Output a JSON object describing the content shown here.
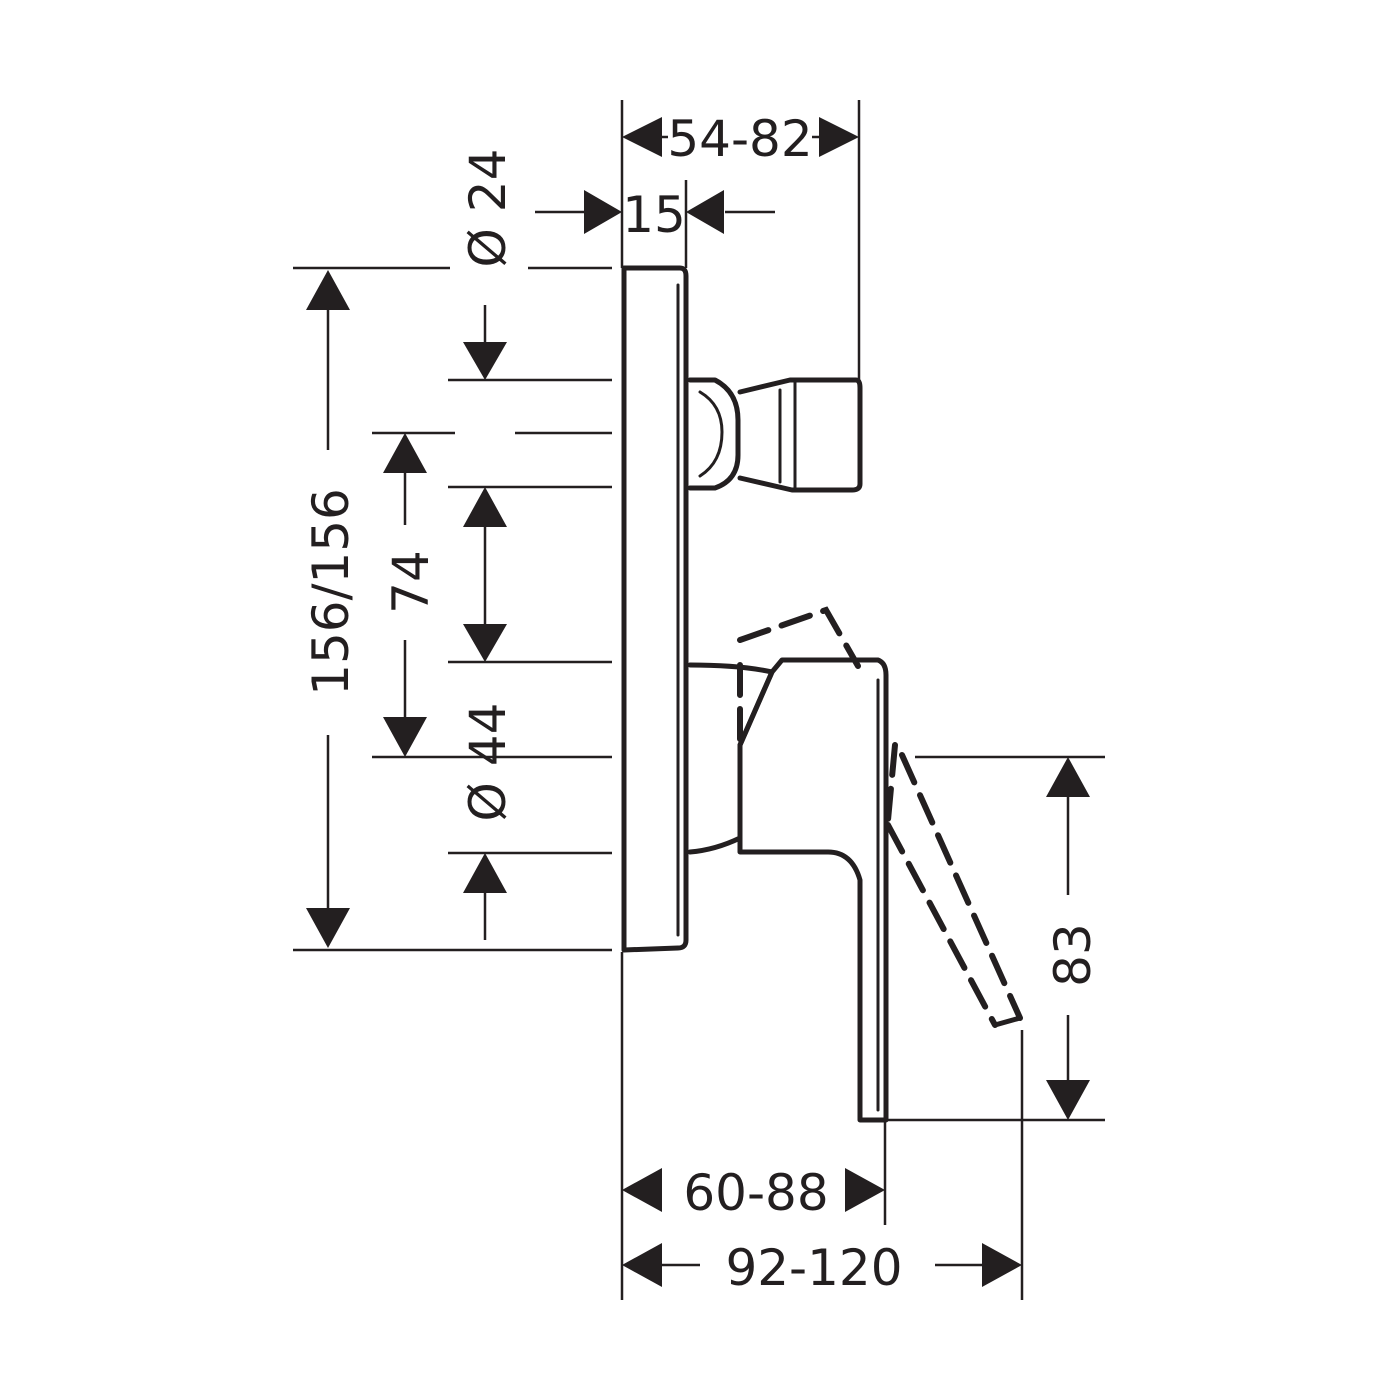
{
  "drawing": {
    "dimensions": {
      "depth_range": "54-82",
      "plate_thickness": "15",
      "diverter_diameter": "Ø 24",
      "plate_height": "156/156",
      "center_distance": "74",
      "handle_diameter": "Ø 44",
      "handle_drop": "83",
      "handle_projection": "60-88",
      "handle_projection_open": "92-120"
    },
    "colors": {
      "line": "#231f20",
      "background": "#ffffff"
    }
  }
}
